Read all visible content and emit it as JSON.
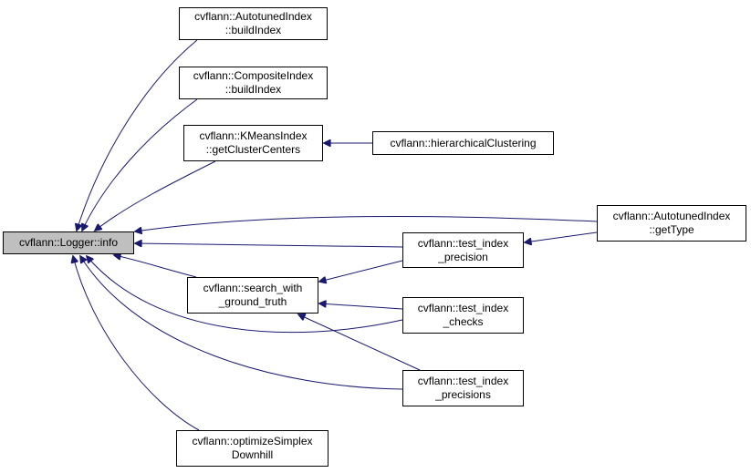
{
  "title": "cvflann::Logger::info caller graph",
  "colors": {
    "edge": "#191970",
    "root_fill": "#bfbfbf",
    "node_fill": "#ffffff",
    "border": "#000000"
  },
  "nodes": {
    "root": {
      "lines": [
        "cvflann::Logger::info"
      ]
    },
    "autotuned_build": {
      "lines": [
        "cvflann::AutotunedIndex",
        "::buildIndex"
      ]
    },
    "composite_build": {
      "lines": [
        "cvflann::CompositeIndex",
        "::buildIndex"
      ]
    },
    "kmeans_centers": {
      "lines": [
        "cvflann::KMeansIndex",
        "::getClusterCenters"
      ]
    },
    "hier_clustering": {
      "lines": [
        "cvflann::hierarchicalClustering"
      ]
    },
    "autotuned_gettype": {
      "lines": [
        "cvflann::AutotunedIndex",
        "::getType"
      ]
    },
    "test_precision": {
      "lines": [
        "cvflann::test_index",
        "_precision"
      ]
    },
    "search_gt": {
      "lines": [
        "cvflann::search_with",
        "_ground_truth"
      ]
    },
    "test_checks": {
      "lines": [
        "cvflann::test_index",
        "_checks"
      ]
    },
    "test_precisions": {
      "lines": [
        "cvflann::test_index",
        "_precisions"
      ]
    },
    "optimize_simplex": {
      "lines": [
        "cvflann::optimizeSimplex",
        "Downhill"
      ]
    }
  },
  "edges": [
    {
      "from": "autotuned_build",
      "to": "root"
    },
    {
      "from": "composite_build",
      "to": "root"
    },
    {
      "from": "kmeans_centers",
      "to": "root"
    },
    {
      "from": "hier_clustering",
      "to": "kmeans_centers"
    },
    {
      "from": "autotuned_gettype",
      "to": "root"
    },
    {
      "from": "autotuned_gettype",
      "to": "test_precision"
    },
    {
      "from": "test_precision",
      "to": "root"
    },
    {
      "from": "test_precision",
      "to": "search_gt"
    },
    {
      "from": "search_gt",
      "to": "root"
    },
    {
      "from": "test_checks",
      "to": "search_gt"
    },
    {
      "from": "test_checks",
      "to": "root"
    },
    {
      "from": "test_precisions",
      "to": "search_gt"
    },
    {
      "from": "test_precisions",
      "to": "root"
    },
    {
      "from": "optimize_simplex",
      "to": "root"
    }
  ]
}
